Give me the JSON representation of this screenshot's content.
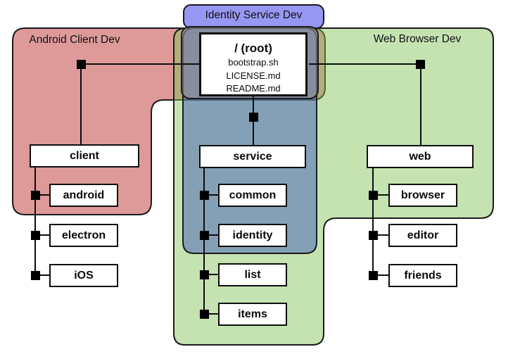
{
  "regions": {
    "android_client": {
      "label": "Android Client Dev",
      "fill": "rgba(192,60,60,0.52)",
      "approx_composite_color": "#dd9999"
    },
    "web_browser": {
      "label": "Web Browser Dev",
      "fill": "rgba(130,195,90,0.47)",
      "approx_composite_color": "#c2e2ad"
    },
    "identity_service": {
      "label": "Identity Service Dev",
      "label_fill": "rgba(85,85,235,0.62)",
      "body_fill": "rgba(60,85,190,0.47)",
      "approx_label_color": "#9a9af0",
      "approx_body_color": "#84a0b7"
    },
    "root_overlap_band": {
      "fill": "rgba(145,148,158,0.58)",
      "approx_composite_color": "#8b8d95"
    },
    "outline_color": "#1a1a1a"
  },
  "tree": {
    "root": {
      "label": "/ (root)",
      "files": [
        "bootstrap.sh",
        "LICENSE.md",
        "README.md"
      ]
    },
    "branches": [
      {
        "name": "client",
        "children": [
          "android",
          "electron",
          "iOS"
        ]
      },
      {
        "name": "service",
        "children": [
          "common",
          "identity",
          "list",
          "items"
        ]
      },
      {
        "name": "web",
        "children": [
          "browser",
          "editor",
          "friends"
        ]
      }
    ]
  }
}
